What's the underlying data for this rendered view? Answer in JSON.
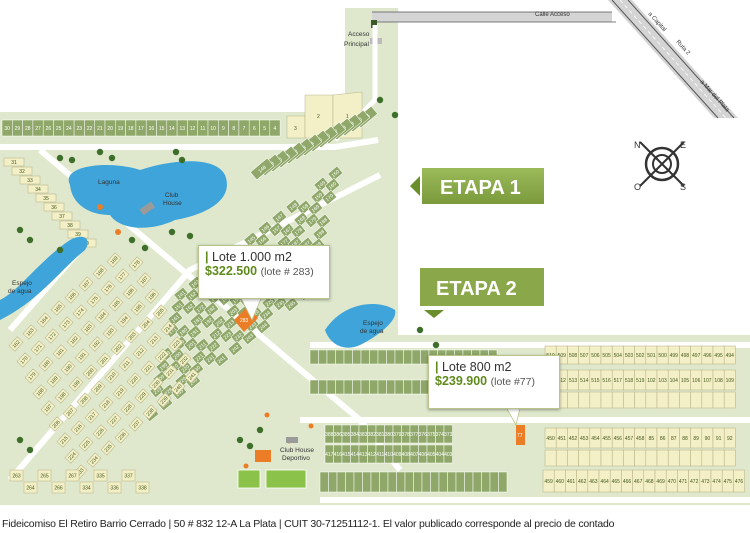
{
  "roads": {
    "calle_acceso": "Calle Acceso",
    "ruta_2_a": "a Capital",
    "ruta_2_b": "Ruta 2",
    "ruta_2_c": "a Mar del Plata"
  },
  "areas": {
    "acceso": [
      "Acceso",
      "Principal"
    ],
    "laguna": "Laguna",
    "club_house": [
      "Club",
      "House"
    ],
    "espejo_agua_1": [
      "Espejo",
      "de agua"
    ],
    "espejo_agua_2": [
      "Espejo",
      "de agua"
    ],
    "club_house_deportivo": [
      "Club House",
      "Deportivo"
    ]
  },
  "compass": {
    "n": "N",
    "e": "E",
    "s": "S",
    "o": "O"
  },
  "etapas": {
    "etapa1": "ETAPA 1",
    "etapa2": "ETAPA 2"
  },
  "colors": {
    "lot": "#8fa869",
    "lot_light": "#f3efc6",
    "background": "#dfe8cd",
    "highlight": "#ea7d25",
    "accent": "#6a8e2b"
  },
  "callouts": {
    "lote_1000": {
      "title": "Lote 1.000 m2",
      "price": "$322.500",
      "lot": "(lote # 283)"
    },
    "lote_800": {
      "title": "Lote 800 m2",
      "price": "$239.900",
      "lot": "(lote #77)"
    }
  },
  "highlighted_lots": {
    "a": "283",
    "b": "77"
  },
  "top_row_lots": [
    "30",
    "29",
    "28",
    "27",
    "26",
    "25",
    "24",
    "23",
    "22",
    "21",
    "20",
    "19",
    "18",
    "17",
    "16",
    "15",
    "14",
    "13",
    "12",
    "11",
    "10",
    "9",
    "8",
    "7",
    "6",
    "5",
    "4"
  ],
  "top_special_lots": [
    "3",
    "2",
    "1"
  ],
  "north_diag_lots": [
    "161",
    "160",
    "159",
    "158",
    "157",
    "156",
    "155",
    "154",
    "153",
    "152",
    "151",
    "150",
    "149",
    "148"
  ],
  "west_col_lots": [
    "31",
    "32",
    "33",
    "34",
    "35",
    "36",
    "37",
    "38",
    "39",
    "40"
  ],
  "south_row_a": [
    "388",
    "386",
    "385",
    "384",
    "383",
    "382",
    "381",
    "380",
    "379",
    "378",
    "377",
    "376",
    "375",
    "374",
    "373"
  ],
  "south_row_b": [
    "417",
    "416",
    "415",
    "414",
    "413",
    "412",
    "411",
    "410",
    "409",
    "408",
    "407",
    "406",
    "405",
    "404",
    "403"
  ],
  "east_row_a": [
    "510",
    "509",
    "508",
    "507",
    "506",
    "505",
    "504",
    "503",
    "502",
    "501",
    "500",
    "499",
    "498",
    "497",
    "496",
    "495",
    "494"
  ],
  "east_row_b": [
    "511",
    "512",
    "513",
    "514",
    "515",
    "516",
    "517",
    "518",
    "519",
    "102",
    "103",
    "104",
    "105",
    "106",
    "107",
    "108",
    "109"
  ],
  "east_row_c": [
    "450",
    "451",
    "452",
    "453",
    "454",
    "455",
    "456",
    "457",
    "458",
    "85",
    "86",
    "87",
    "88",
    "89",
    "90",
    "91",
    "92"
  ],
  "east_row_d": [
    "459",
    "460",
    "461",
    "462",
    "463",
    "464",
    "465",
    "466",
    "467",
    "468",
    "469",
    "470",
    "471",
    "472",
    "473",
    "474",
    "475",
    "476"
  ],
  "southwest_lots": [
    "263",
    "264",
    "265",
    "266",
    "267",
    "334",
    "335",
    "336",
    "337",
    "338"
  ],
  "footer": "Fideicomiso El Retiro Barrio Cerrado | 50 # 832 12-A La Plata | CUIT 30-71251112-1. El valor publicado corresponde al precio de contado"
}
